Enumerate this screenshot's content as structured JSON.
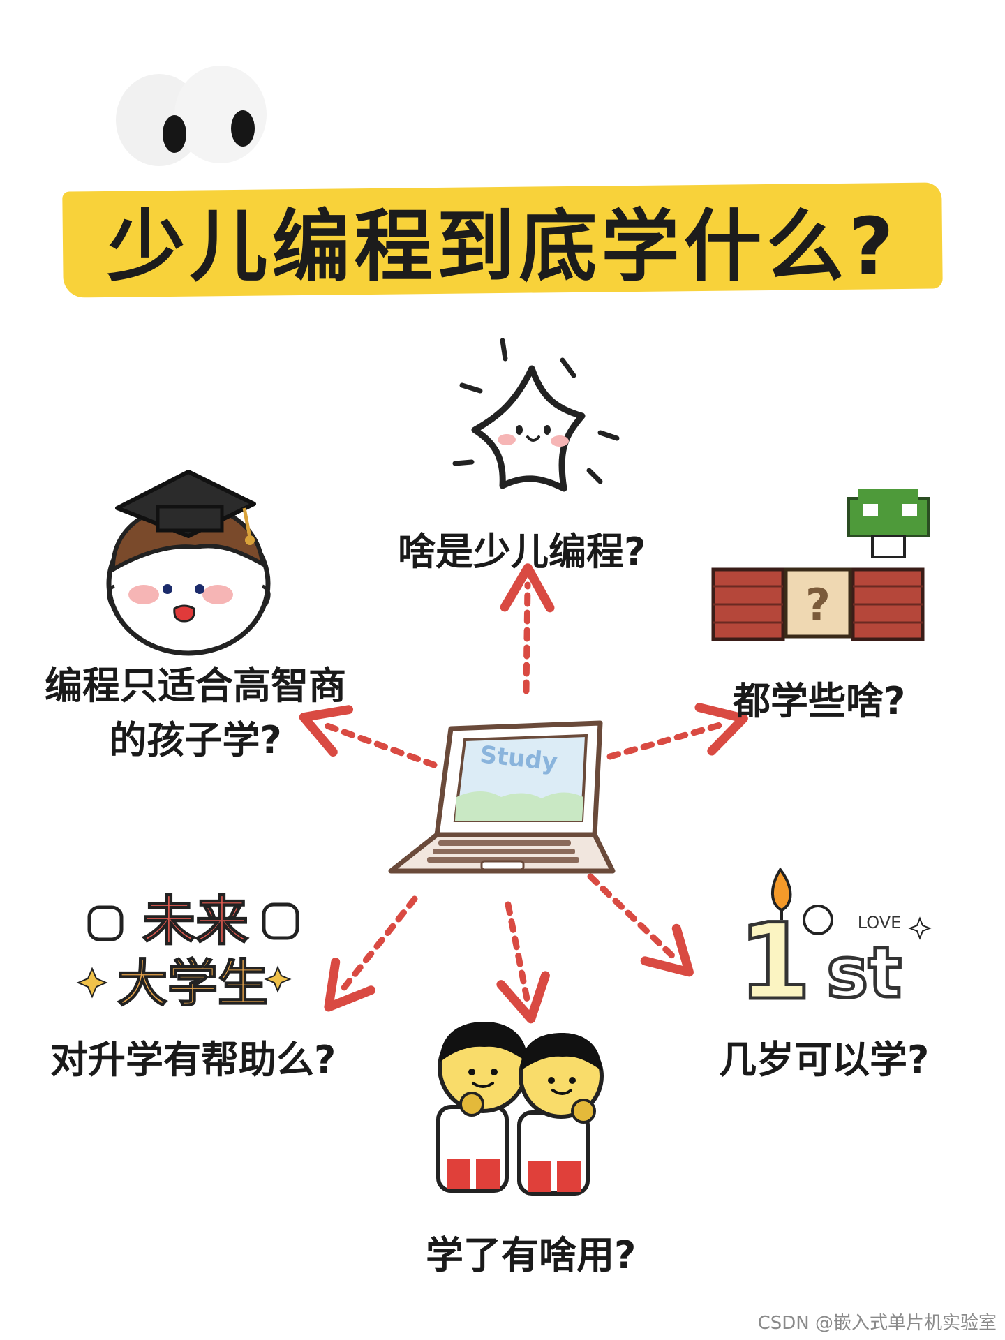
{
  "title": "少儿编程到底学什么?",
  "center": {
    "screen_text": "Study"
  },
  "questions": {
    "top": "啥是少儿编程?",
    "top_left_line1": "编程只适合高智商",
    "top_left_line2": "的孩子学?",
    "top_right": "都学些啥?",
    "bottom_left": "对升学有帮助么?",
    "bottom_right": "几岁可以学?",
    "bottom": "学了有啥用?"
  },
  "badges": {
    "future_line1": "未来",
    "future_line2": "大学生",
    "first_number": "1",
    "first_suffix": "st",
    "love": "LOVE"
  },
  "watermark": "CSDN @嵌入式单片机实验室",
  "colors": {
    "title_bar": "#f8d23a",
    "arrow": "#d94a42",
    "brick": "#b5473a",
    "mushroom": "#4e9a3a"
  }
}
